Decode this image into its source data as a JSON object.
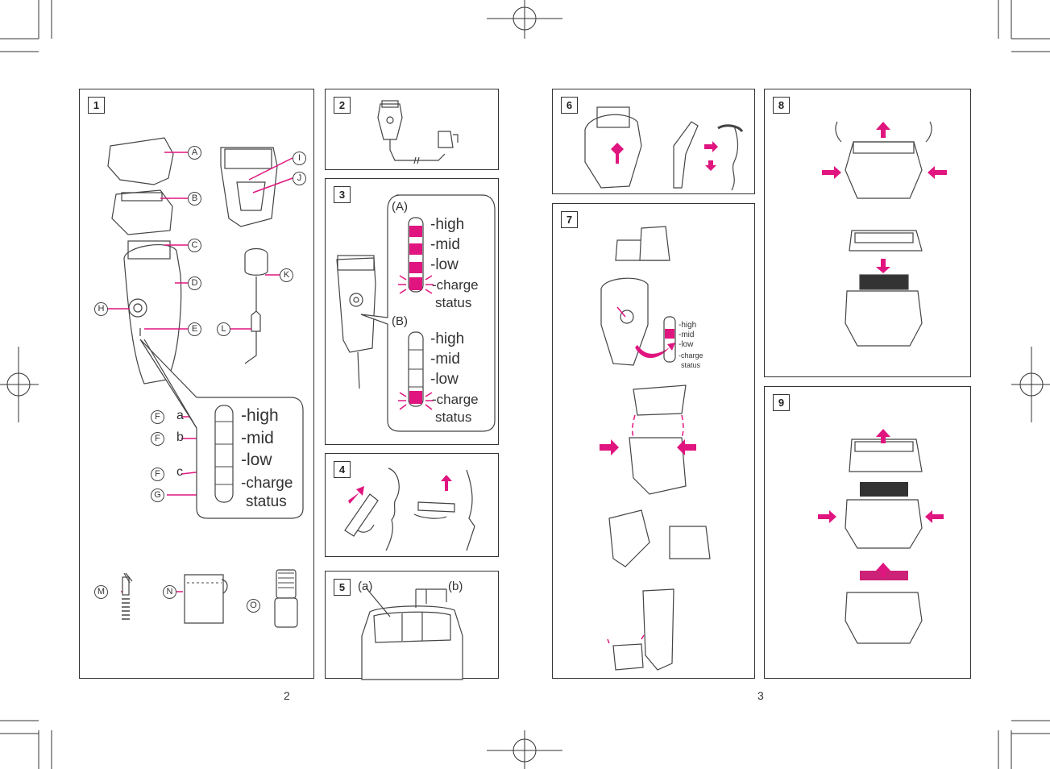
{
  "crop_marks": true,
  "accent_color": "#e0157f",
  "page_numbers": {
    "left": "2",
    "right": "3"
  },
  "panel1": {
    "number": "1",
    "parts": {
      "A": "A",
      "B": "B",
      "C": "C",
      "D": "D",
      "E": "E",
      "H": "H",
      "I": "I",
      "J": "J",
      "K": "K",
      "L": "L",
      "M": "M",
      "N": "N",
      "O": "O",
      "G": "G",
      "F": "F"
    },
    "sub": {
      "a": "a",
      "b": "b",
      "c": "c"
    },
    "indicator": {
      "high": "-high",
      "mid": "-mid",
      "low": "-low",
      "charge": "-charge",
      "status": "status"
    }
  },
  "panel2": {
    "number": "2"
  },
  "panel3": {
    "number": "3",
    "label_a": "(A)",
    "label_b": "(B)",
    "indicator": {
      "high": "-high",
      "mid": "-mid",
      "low": "-low",
      "charge": "-charge",
      "status": "status"
    }
  },
  "panel4": {
    "number": "4"
  },
  "panel5": {
    "number": "5",
    "label_a": "(a)",
    "label_b": "(b)"
  },
  "panel6": {
    "number": "6"
  },
  "panel7": {
    "number": "7",
    "indicator": {
      "high": "-high",
      "mid": "-mid",
      "low": "-low",
      "charge": "-charge",
      "status": "status"
    }
  },
  "panel8": {
    "number": "8"
  },
  "panel9": {
    "number": "9"
  }
}
